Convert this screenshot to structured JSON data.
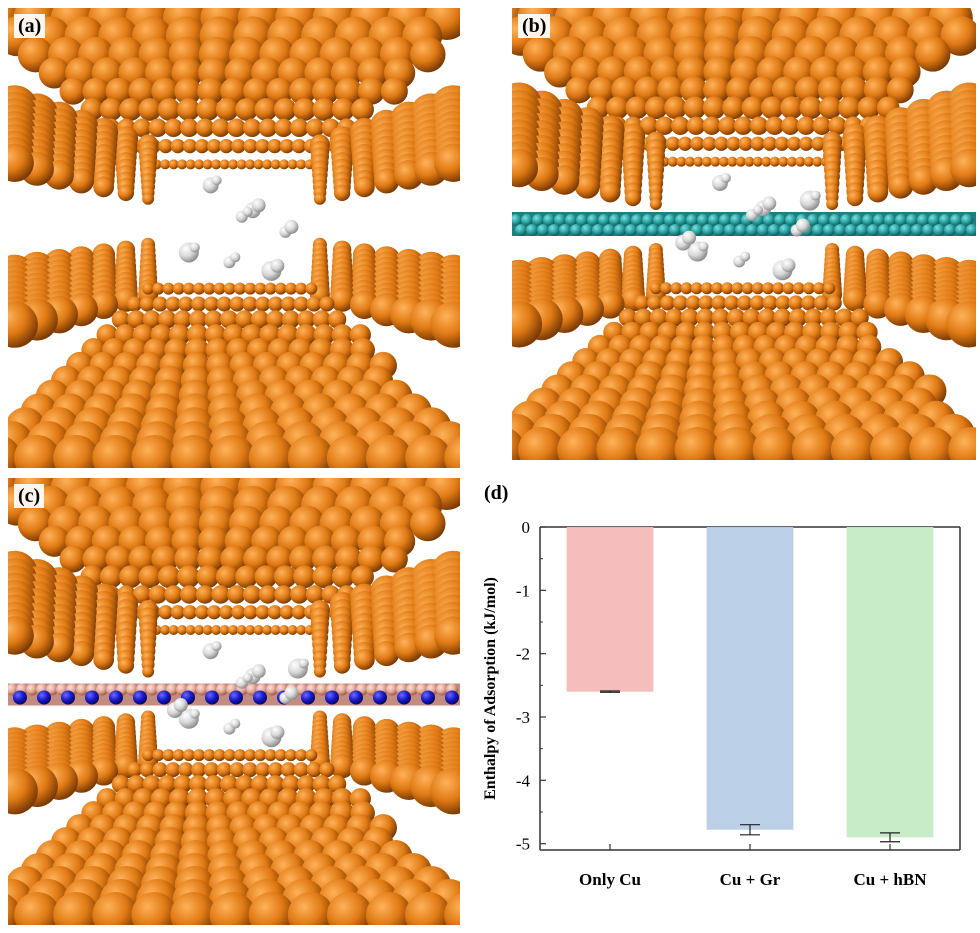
{
  "panels": [
    {
      "label": "(a)",
      "layer": "none"
    },
    {
      "label": "(b)",
      "layer": "graphene"
    },
    {
      "label": "(c)",
      "layer": "hbn"
    }
  ],
  "colors": {
    "copper": "#e07a14",
    "copper_dark": "#7a3a05",
    "copper_light": "#ffb25a",
    "gas": "#d8d8d8",
    "graphene": "#2aa3a3",
    "hbn_boron": "#e3a598",
    "hbn_nitrogen": "#1a1ad0"
  },
  "chart_data": {
    "type": "bar",
    "panel_label": "(d)",
    "categories": [
      "Only Cu",
      "Cu + Gr",
      "Cu + hBN"
    ],
    "values": [
      -2.6,
      -4.78,
      -4.9
    ],
    "errors": [
      0.01,
      0.08,
      0.07
    ],
    "colors": [
      "#f6b9b9",
      "#b7cde6",
      "#c5ebc5"
    ],
    "ylabel": "Enthalpy of Adsorption (kJ/mol)",
    "ylim": [
      -5.1,
      0
    ],
    "yticks": [
      0,
      -1,
      -2,
      -3,
      -4,
      -5
    ],
    "ytick_labels": [
      "0",
      "-1",
      "-2",
      "-3",
      "-4",
      "-5"
    ],
    "grid": false
  }
}
